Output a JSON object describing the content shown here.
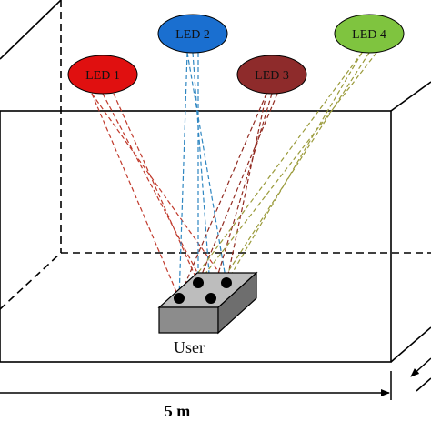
{
  "leds": [
    {
      "id": "led1",
      "label": "LED 1",
      "fill": "#e01010",
      "beam": "#c0392b"
    },
    {
      "id": "led2",
      "label": "LED 2",
      "fill": "#1a6fd0",
      "beam": "#2e86c1"
    },
    {
      "id": "led3",
      "label": "LED 3",
      "fill": "#8e2b2b",
      "beam": "#922b21"
    },
    {
      "id": "led4",
      "label": "LED 4",
      "fill": "#7fc43f",
      "beam": "#9a9a3a"
    }
  ],
  "user": {
    "label": "User",
    "box_color": "#8c8c8c"
  },
  "dimension": {
    "label": "5 m"
  }
}
